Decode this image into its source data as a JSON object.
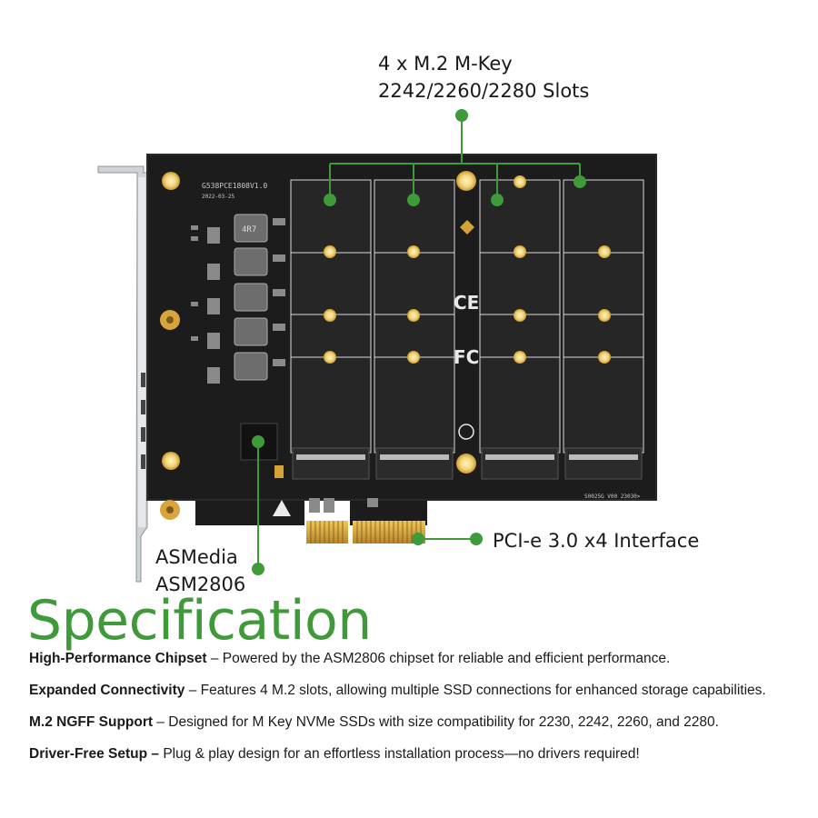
{
  "callouts": {
    "slots_line1": "4 x M.2 M-Key",
    "slots_line2": "2242/2260/2280 Slots",
    "interface": "PCI-e 3.0 x4 Interface",
    "chip_line1": "ASMedia",
    "chip_line2": "ASM2806"
  },
  "board": {
    "silkscreen_id": "G538PCE1808V1.0",
    "silkscreen_date": "2022-03-25",
    "inductor_label": "4R7",
    "bottom_code": "S0025G  V00  23030>"
  },
  "specification": {
    "title": "Specification",
    "items": [
      {
        "heading": "High-Performance Chipset",
        "sep": " – ",
        "text": "Powered by the ASM2806 chipset for reliable and efficient performance."
      },
      {
        "heading": "Expanded Connectivity",
        "sep": " – ",
        "text": "Features 4 M.2 slots, allowing multiple SSD connections for enhanced storage capabilities."
      },
      {
        "heading": "M.2 NGFF Support",
        "sep": " – ",
        "text": "Designed for M Key NVMe SSDs with size compatibility for 2230, 2242, 2260, and 2280."
      },
      {
        "heading": "Driver-Free Setup –",
        "sep": " ",
        "text": "Plug & play design for an effortless installation process—no drivers required!"
      }
    ]
  },
  "colors": {
    "accent_green": "#3f9a3a",
    "pcb": "#1c1c1c",
    "gold": "#d7a33d"
  }
}
